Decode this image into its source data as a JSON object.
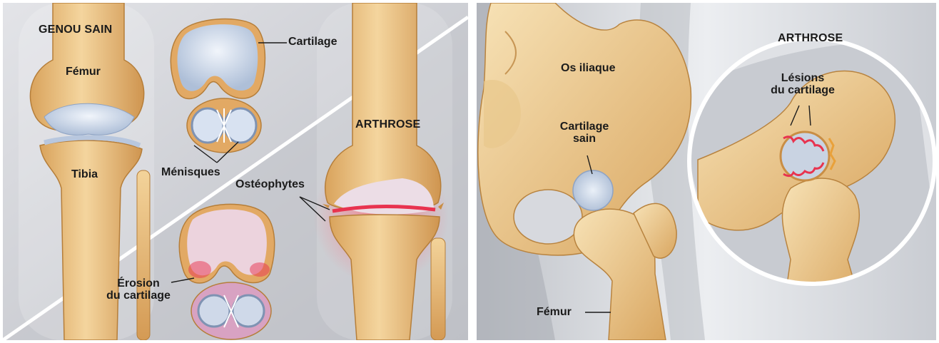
{
  "knee": {
    "healthy_title": "GENOU SAIN",
    "femur": "Fémur",
    "tibia": "Tibia",
    "cartilage": "Cartilage",
    "menisci": "Ménisques",
    "arthrosis_title": "ARTHROSE",
    "osteophytes": "Ostéophytes",
    "erosion": "Érosion\ndu cartilage"
  },
  "hip": {
    "arthrosis_title": "ARTHROSE",
    "iliac": "Os iliaque",
    "healthy_cartilage": "Cartilage\nsain",
    "lesions": "Lésions\ndu cartilage",
    "femur": "Fémur"
  },
  "colors": {
    "bone": "#e9c07f",
    "bone_light": "#f6dfb1",
    "bone_dark": "#c98e45",
    "cartilage": "#c9d7ea",
    "inflammation": "#e8334f",
    "background_knee": "#cfd1d6",
    "background_hip": "#e4e6ea"
  }
}
